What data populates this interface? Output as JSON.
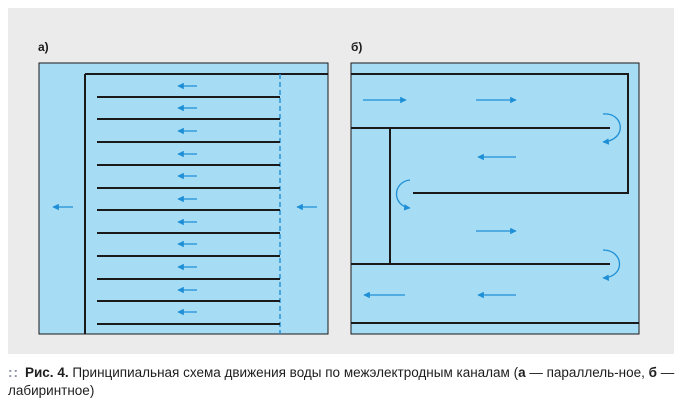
{
  "panel_a": {
    "label": "а)"
  },
  "panel_b": {
    "label": "б)"
  },
  "caption": {
    "bullet": "::",
    "fig_number": "Рис. 4.",
    "text_main": " Принципиальная схема движения воды по межэлектродным каналам (",
    "key_a": "а",
    "text_a": " — параллель-ное, ",
    "key_b": "б",
    "text_b": " — лабиринтное)"
  },
  "colors": {
    "water": "#a6dcf4",
    "arrow": "#1e8fd6",
    "line": "#1a1a1a",
    "panel_bg": "#ebebec"
  },
  "icons": [
    "flow-arrow-icon",
    "u-turn-arrow-icon"
  ]
}
